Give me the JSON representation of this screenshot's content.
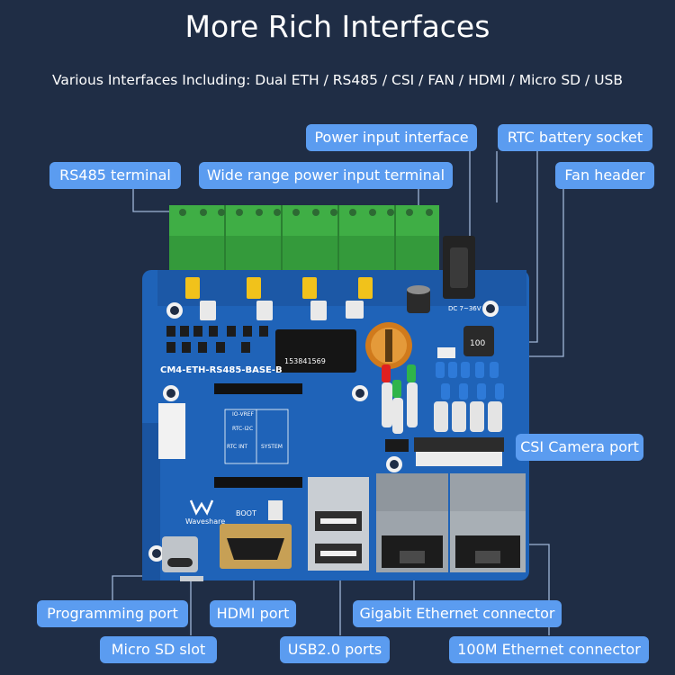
{
  "title": "More Rich Interfaces",
  "subtitle": "Various Interfaces Including: Dual ETH / RS485 / CSI / FAN / HDMI / Micro SD / USB",
  "callouts": {
    "power_input_interface": "Power input interface",
    "rtc_battery_socket": "RTC battery socket",
    "rs485_terminal": "RS485 terminal",
    "wide_range_power_input_terminal": "Wide range power input terminal",
    "fan_header": "Fan header",
    "csi_camera_port": "CSI Camera port",
    "programming_port": "Programming port",
    "hdmi_port": "HDMI port",
    "gigabit_ethernet_connector": "Gigabit Ethernet connector",
    "micro_sd_slot": "Micro SD slot",
    "usb2_ports": "USB2.0 ports",
    "ethernet_100m_connector": "100M Ethernet connector"
  },
  "board": {
    "model_label": "CM4-ETH-RS485-BASE-B",
    "chip_marking": "153841569",
    "dc_label": "DC 7~36V",
    "brand": "Waveshare",
    "boot_label": "BOOT",
    "silk_io_vref": "IO-VREF",
    "silk_rtc_i2c": "RTC-I2C",
    "silk_rtc_int": "RTC INT",
    "silk_system": "SYSTEM"
  },
  "colors": {
    "background": "#1f2d45",
    "callout": "#5b9cf0",
    "pcb": "#1f63b8",
    "terminal": "#3fae45",
    "leader_line": "#9fb6d8"
  }
}
